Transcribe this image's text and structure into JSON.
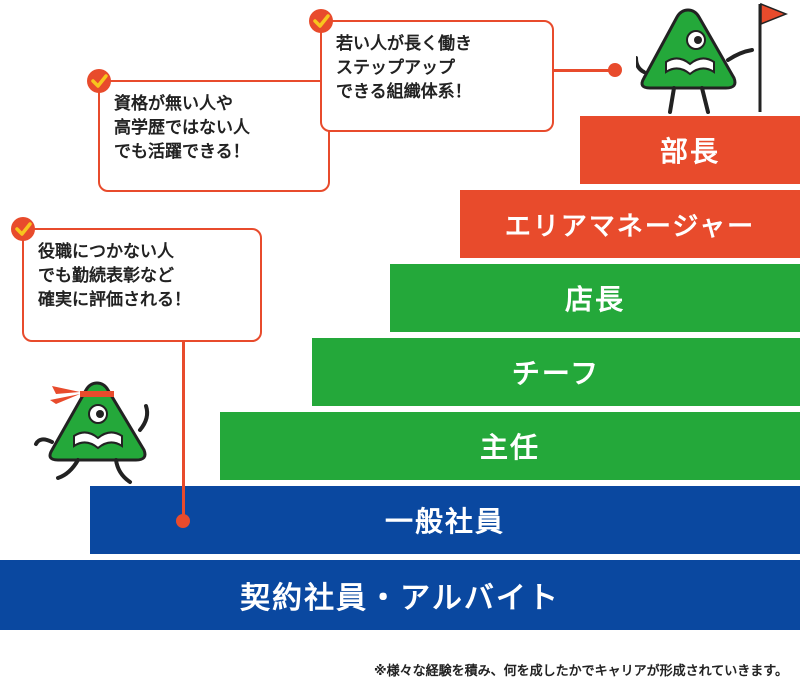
{
  "steps": {
    "contract": "契約社員・アルバイト",
    "regular": "一般社員",
    "shunin": "主任",
    "chief": "チーフ",
    "store_manager": "店長",
    "area_manager": "エリアマネージャー",
    "director": "部長"
  },
  "bubbles": {
    "left": [
      "役職につかない人",
      "でも勤続表彰など",
      "確実に評価される！"
    ],
    "middle": [
      "資格が無い人や",
      "高学歴ではない人",
      "でも活躍できる！"
    ],
    "right": [
      "若い人が長く働き",
      "ステップアップ",
      "できる組織体系！"
    ]
  },
  "footnote": "※様々な経験を積み、何を成したかでキャリアが形成されていきます。",
  "colors": {
    "blue": "#0a48a0",
    "green": "#24a83a",
    "red": "#e84b2c",
    "mascot_green": "#24a83a"
  },
  "icons": [
    "check-icon",
    "flag-icon",
    "mascot-icon"
  ]
}
